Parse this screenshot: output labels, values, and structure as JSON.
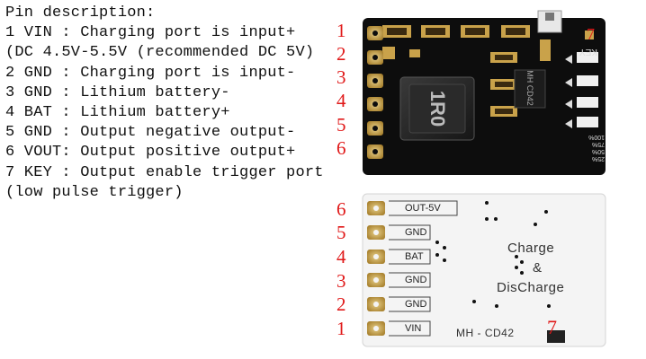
{
  "description": {
    "heading": "Pin description:",
    "lines": [
      "1 VIN : Charging port is input+",
      "(DC 4.5V-5.5V (recommended DC 5V)",
      "2 GND : Charging port is input-",
      "3 GND : Lithium battery-",
      "4 BAT : Lithium battery+",
      "5 GND : Output negative output-",
      "6 VOUT: Output positive output+",
      "7 KEY : Output enable trigger port",
      "(low pulse trigger)"
    ]
  },
  "top_board": {
    "pin_numbers": [
      "1",
      "2",
      "3",
      "4",
      "5",
      "6"
    ],
    "inductor_label": "1R0",
    "ic_label": "MH CD42",
    "key_label": "KEY",
    "key_number": "7",
    "battery_levels": [
      "100%",
      "75%",
      "50%",
      "25%"
    ]
  },
  "bottom_board": {
    "pin_numbers": [
      "6",
      "5",
      "4",
      "3",
      "2",
      "1"
    ],
    "pin_labels": [
      "OUT-5V",
      "GND",
      "BAT",
      "GND",
      "GND",
      "VIN"
    ],
    "title_line1": "Charge",
    "title_amp": "&",
    "title_line2": "DisCharge",
    "model": "MH - CD42",
    "key_number": "7"
  },
  "colors": {
    "pin_number": "#e01818",
    "board_top": "#111111",
    "board_bottom": "#f2f2f2",
    "pad": "#c9a24a"
  }
}
